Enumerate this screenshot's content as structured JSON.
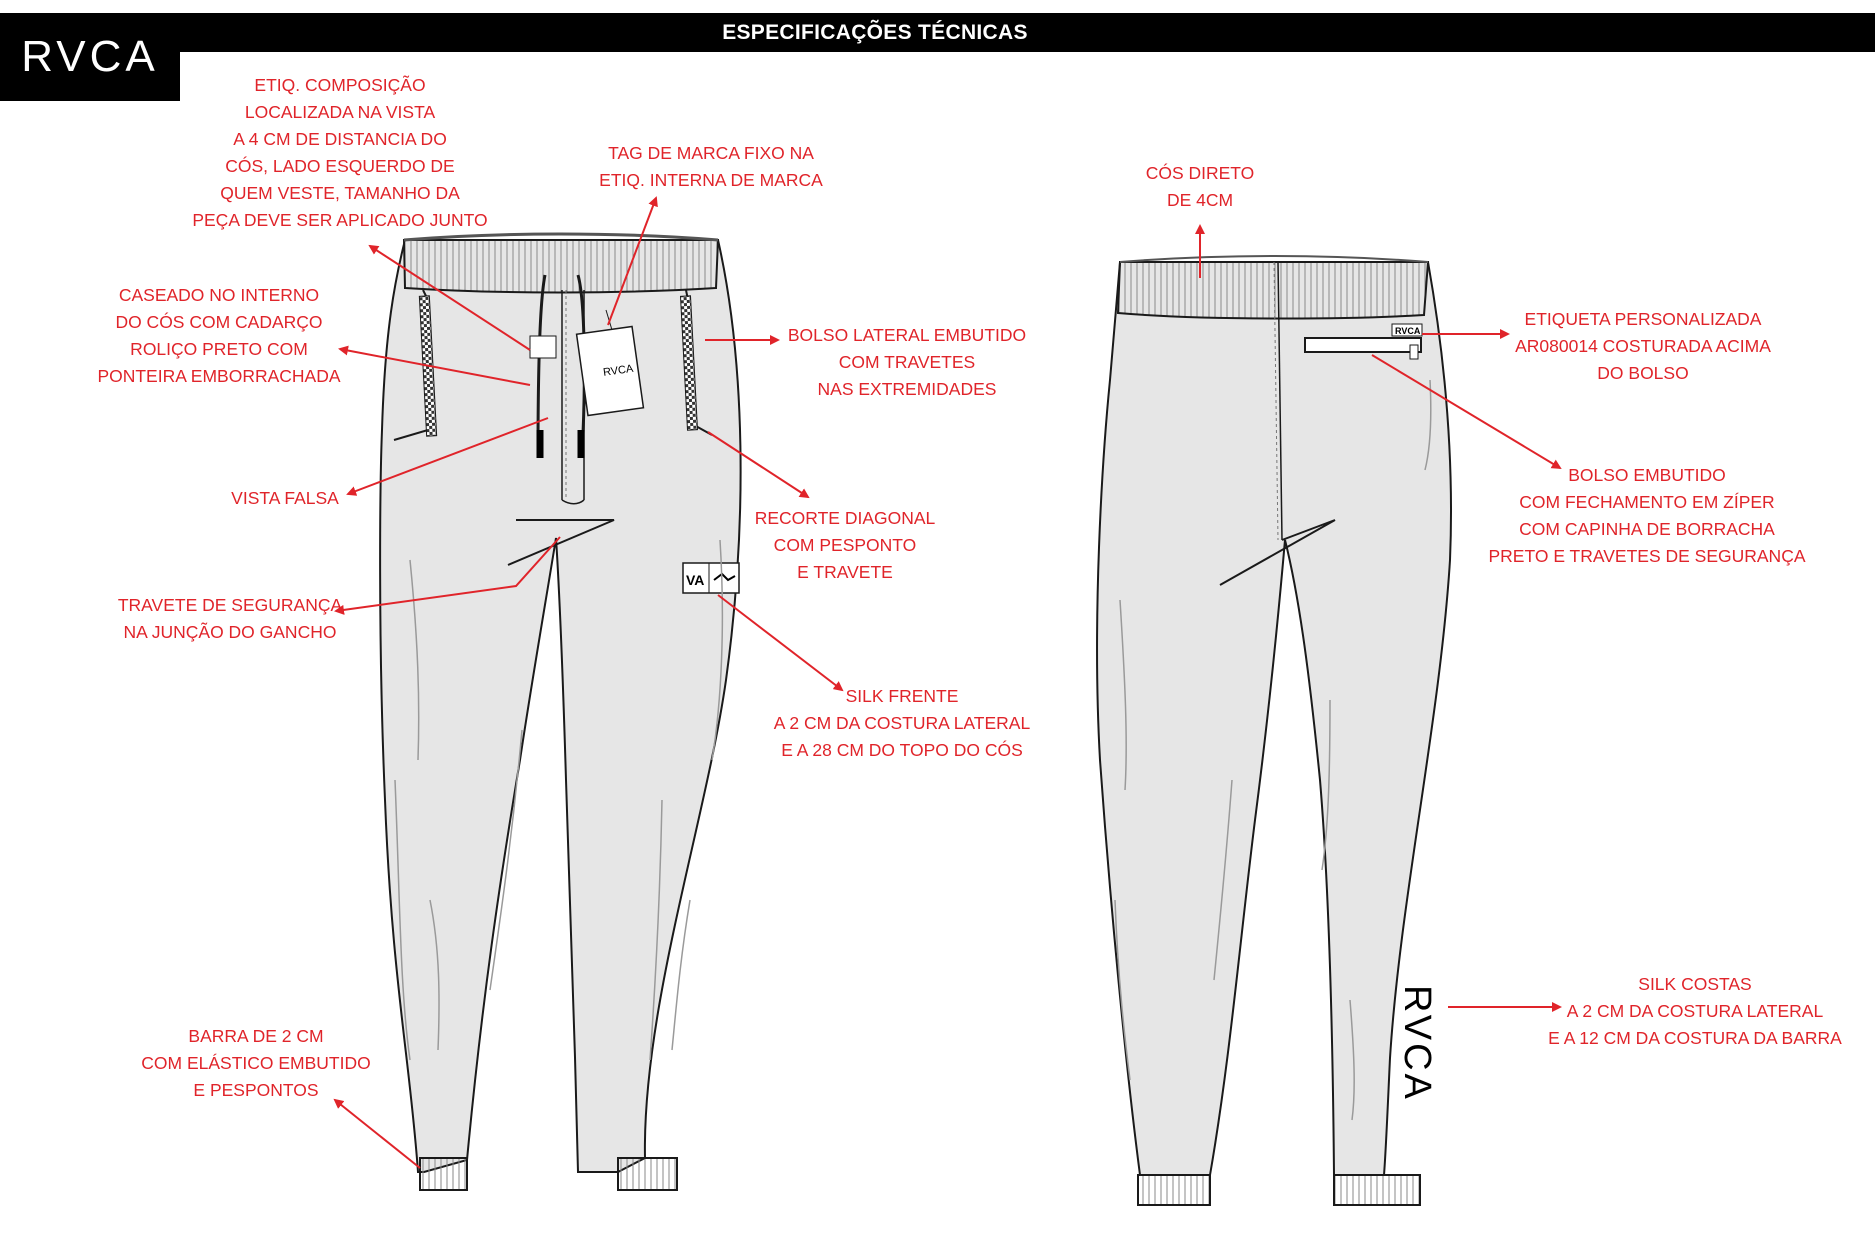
{
  "header": {
    "title": "ESPECIFICAÇÕES TÉCNICAS",
    "logo": "RVCA"
  },
  "colors": {
    "header_bg": "#000000",
    "annotation_red": "#e0242a",
    "garment_fill": "#e6e6e6",
    "outline": "#1a1a1a"
  },
  "front_annotations": {
    "etiq_composicao": [
      "ETIQ. COMPOSIÇÃO",
      "LOCALIZADA NA VISTA",
      "A 4 CM DE DISTANCIA DO",
      "CÓS, LADO ESQUERDO DE",
      "QUEM VESTE, TAMANHO DA",
      "PEÇA DEVE SER APLICADO JUNTO"
    ],
    "tag_marca": [
      "TAG DE MARCA FIXO NA",
      "ETIQ. INTERNA DE MARCA"
    ],
    "caseado": [
      "CASEADO NO INTERNO",
      "DO CÓS COM CADARÇO",
      "ROLIÇO PRETO COM",
      "PONTEIRA EMBORRACHADA"
    ],
    "bolso_lateral": [
      "BOLSO  LATERAL EMBUTIDO",
      "COM TRAVETES",
      "NAS EXTREMIDADES"
    ],
    "vista_falsa": [
      "VISTA FALSA"
    ],
    "recorte_diagonal": [
      "RECORTE DIAGONAL",
      "COM PESPONTO",
      "E TRAVETE"
    ],
    "travete_seguranca": [
      "TRAVETE DE SEGURANÇA",
      "NA JUNÇÃO DO GANCHO"
    ],
    "silk_frente": [
      "SILK FRENTE",
      "A 2 CM DA COSTURA LATERAL",
      "E A 28 CM DO TOPO DO CÓS"
    ],
    "barra": [
      "BARRA DE 2 CM",
      "COM ELÁSTICO EMBUTIDO",
      "E PESPONTOS"
    ]
  },
  "back_annotations": {
    "cos_direto": [
      "CÓS DIRETO",
      "DE 4CM"
    ],
    "etiqueta_personalizada": [
      "ETIQUETA PERSONALIZADA",
      "AR080014 COSTURADA ACIMA",
      "DO BOLSO"
    ],
    "bolso_embutido": [
      "BOLSO EMBUTIDO",
      "COM FECHAMENTO EM ZÍPER",
      "COM CAPINHA DE BORRACHA",
      "PRETO E TRAVETES DE SEGURANÇA"
    ],
    "silk_costas": [
      "SILK COSTAS",
      "A 2 CM DA COSTURA LATERAL",
      "E A 12 CM DA COSTURA DA BARRA"
    ]
  },
  "garment_marks": {
    "hang_tag": "RVCA",
    "back_label": "RVCA",
    "back_print": "RVCA",
    "front_print": "VA"
  }
}
